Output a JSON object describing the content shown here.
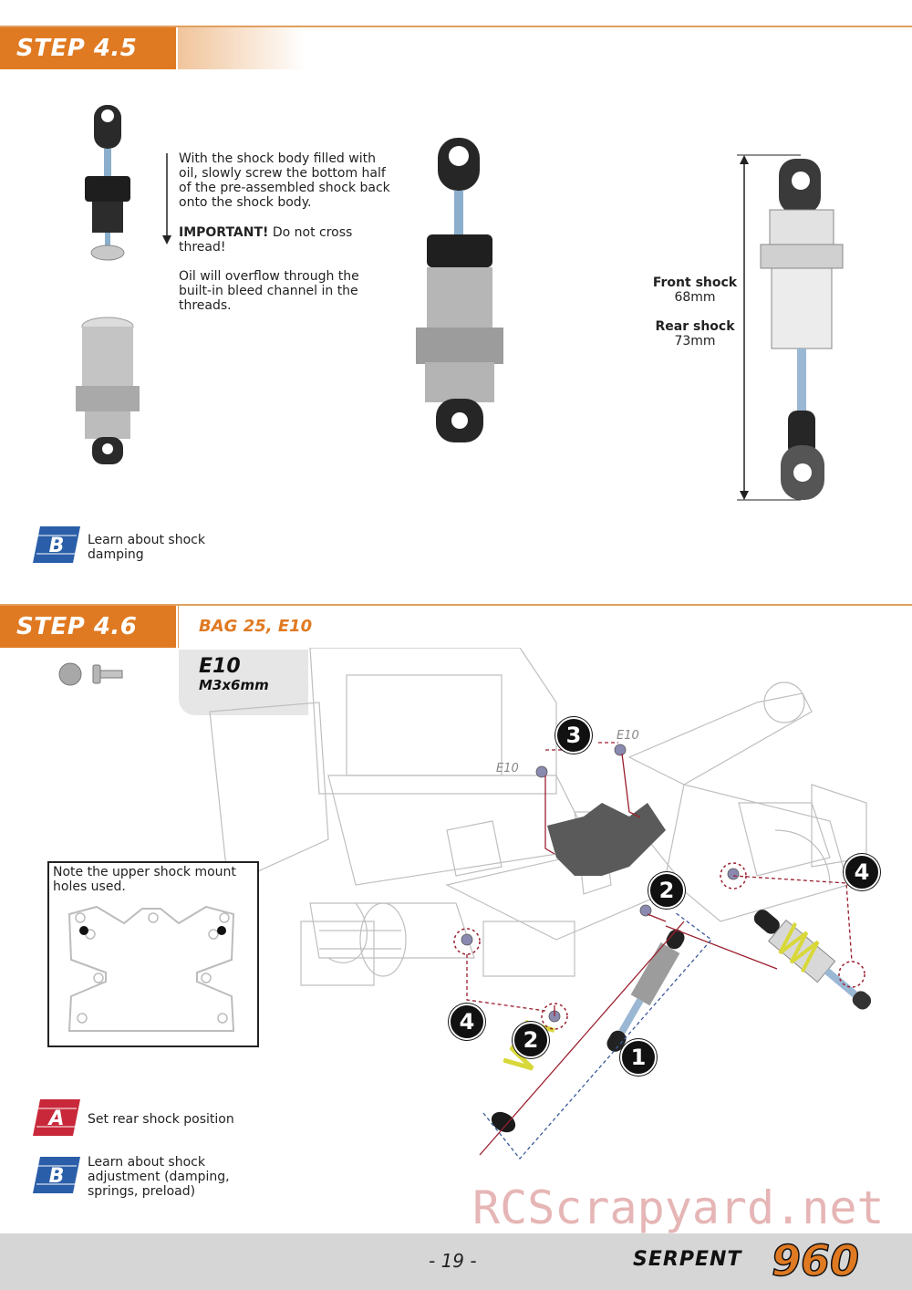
{
  "step45": {
    "title": "STEP 4.5",
    "instruction_1": "With the shock body filled with oil, slowly screw the bottom half of the pre-assembled shock back onto the shock body.",
    "important_label": "IMPORTANT!",
    "important_text": " Do not cross thread!",
    "instruction_2": "Oil will overflow through the built-in bleed channel in the threads.",
    "front_label": "Front shock",
    "front_value": "68mm",
    "rear_label": "Rear shock",
    "rear_value": "73mm",
    "tip_letter": "B",
    "tip_text": "Learn about shock damping"
  },
  "step46": {
    "title": "STEP 4.6",
    "bag": "BAG 25, E10",
    "part_code": "E10",
    "part_size": "M3x6mm",
    "callout_e10_a": "E10",
    "callout_e10_b": "E10",
    "note": "Note the upper shock mount holes used.",
    "numbers": [
      "1",
      "2",
      "2",
      "3",
      "4",
      "4"
    ],
    "tip_a_letter": "A",
    "tip_a_text": "Set rear shock position",
    "tip_b_letter": "B",
    "tip_b_text": "Learn about shock adjustment (damping, springs, preload)"
  },
  "footer": {
    "page": "- 19 -",
    "brand": "SERPENT",
    "model": "960"
  },
  "watermark": "RCScrapyard.net",
  "colors": {
    "accent": "#e07a22",
    "tip_a": "#c8283a",
    "tip_b": "#2a5ea8",
    "callout_line": "#9a1f2e",
    "guide_line": "#3a5a9a"
  }
}
